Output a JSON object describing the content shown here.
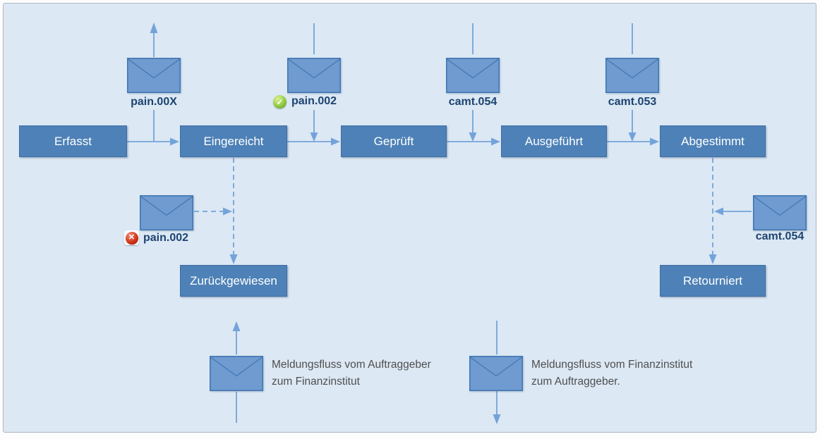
{
  "flow": {
    "states": [
      {
        "label": "Erfasst"
      },
      {
        "label": "Eingereicht"
      },
      {
        "label": "Geprüft"
      },
      {
        "label": "Ausgeführt"
      },
      {
        "label": "Abgestimmt"
      },
      {
        "label": "Zurückgewiesen"
      },
      {
        "label": "Retourniert"
      }
    ],
    "messages": [
      {
        "label": "pain.00X",
        "icon": "envelope-icon",
        "direction": "up-to-finanzinstitut"
      },
      {
        "label": "pain.002",
        "icon": "envelope-icon",
        "direction": "down-to-auftraggeber",
        "status_icon": "check-icon"
      },
      {
        "label": "camt.054",
        "icon": "envelope-icon",
        "direction": "down-to-auftraggeber"
      },
      {
        "label": "camt.053",
        "icon": "envelope-icon",
        "direction": "down-to-auftraggeber"
      },
      {
        "label": "pain.002",
        "icon": "envelope-icon",
        "direction": "to-zurueckgewiesen",
        "status_icon": "error-icon"
      },
      {
        "label": "camt.054",
        "icon": "envelope-icon",
        "direction": "to-retourniert"
      }
    ],
    "icons": {
      "check": "✓",
      "error": "✕"
    },
    "legend": [
      {
        "icon": "envelope-icon",
        "arrow": "up",
        "text": "Meldungsfluss vom Auftraggeber zum Finanzinstitut"
      },
      {
        "icon": "envelope-icon",
        "arrow": "down",
        "text": "Meldungsfluss vom Finanzinstitut zum Auftraggeber."
      }
    ],
    "colors": {
      "canvas_background": "#dce8f4",
      "state_box_fill": "#4d81b7",
      "state_box_border": "#3e6da3",
      "envelope_fill": "#6f9bd0",
      "envelope_border": "#4277b3",
      "connector_line": "#74a3da",
      "message_label_text": "#1c4370",
      "legend_text": "#4f4f4f",
      "status_success": "#76b82a",
      "status_error": "#c0200a"
    }
  }
}
